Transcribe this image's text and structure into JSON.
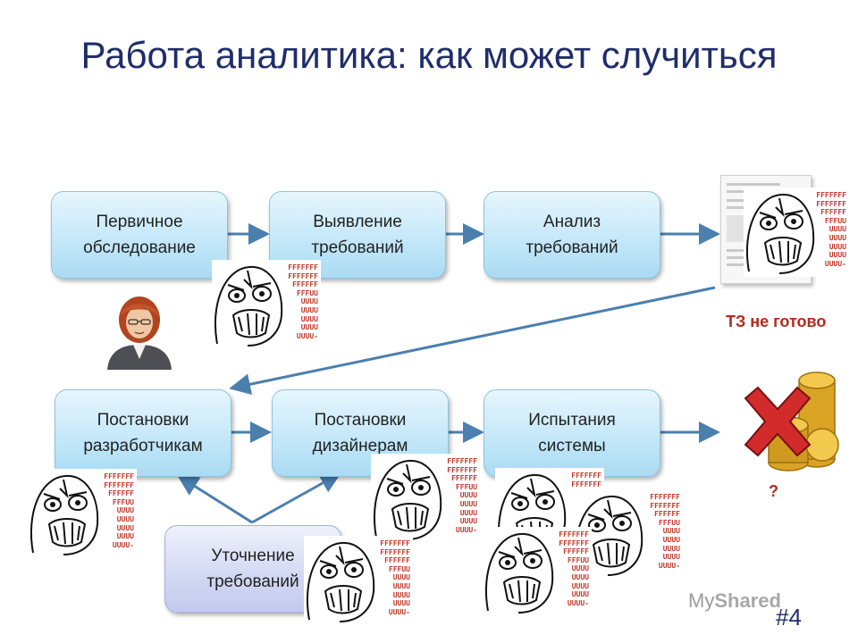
{
  "title": "Работа аналитика: как может случиться",
  "boxes": {
    "primary_survey": "Первичное\nобследование",
    "requirements_discovery": "Выявление\nтребований",
    "requirements_analysis": "Анализ\nтребований",
    "tasks_developers": "Постановки\nразработчикам",
    "tasks_designers": "Постановки\nдизайнерам",
    "system_testing": "Испытания\nсистемы",
    "requirements_refinement": "Уточнение\nтребований"
  },
  "labels": {
    "spec_not_ready": "ТЗ не готово",
    "question": "?"
  },
  "rage_text": "FFFFFFF\nFFFFFFF\nFFFFFF\nFFFUU\nUUUU\nUUUU\nUUUU\nUUUU\nUUUU-",
  "watermark": {
    "prefix": "My",
    "brand": "Shared"
  },
  "slide_number": "#4",
  "icons": [
    "analyst-avatar-icon",
    "document-icon",
    "red-cross-icon",
    "gold-coins-icon",
    "rage-face-icon"
  ],
  "colors": {
    "title": "#1f2d6b",
    "arrow": "#4a7fae",
    "alert": "#b52a1a",
    "box_fill": "#c5e8f9"
  }
}
